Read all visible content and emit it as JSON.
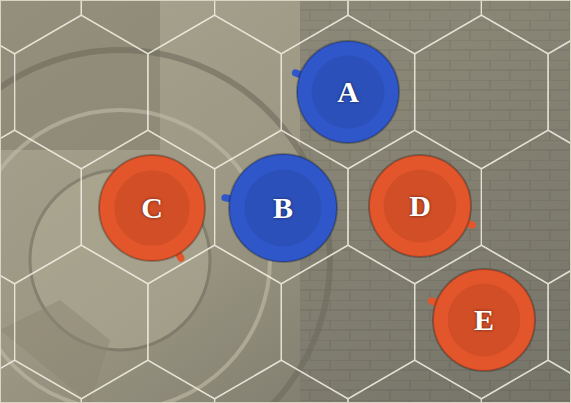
{
  "diagram": {
    "nodes": [
      {
        "text": [
          "A"
        ]
      },
      {
        "text": [
          "C"
        ]
      },
      {
        "text": [
          "B"
        ]
      },
      {
        "text": [
          "D"
        ]
      },
      {
        "text": [
          "E"
        ]
      }
    ]
  }
}
